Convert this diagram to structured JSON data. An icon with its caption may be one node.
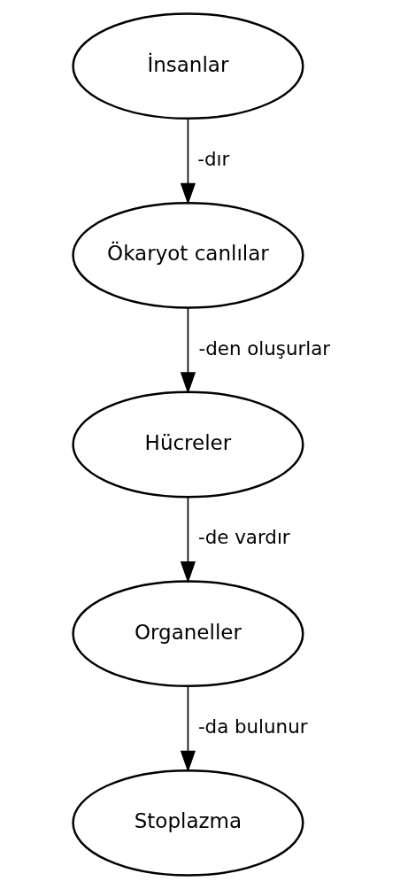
{
  "diagram": {
    "nodes": [
      {
        "text": [
          "İnsanlar"
        ]
      },
      {
        "text": [
          "Ökaryot canlılar"
        ]
      },
      {
        "text": [
          "Hücreler"
        ]
      },
      {
        "text": [
          "Organeller"
        ]
      },
      {
        "text": [
          "Stoplazma"
        ]
      }
    ],
    "edges": [
      {
        "from": 0,
        "to": 1,
        "arrow": "to",
        "label": "-dır"
      },
      {
        "from": 1,
        "to": 2,
        "arrow": "to",
        "label": "-den oluşurlar"
      },
      {
        "from": 2,
        "to": 3,
        "arrow": "to",
        "label": "-de vardır"
      },
      {
        "from": 3,
        "to": 4,
        "arrow": "to",
        "label": "-da bulunur"
      }
    ]
  }
}
